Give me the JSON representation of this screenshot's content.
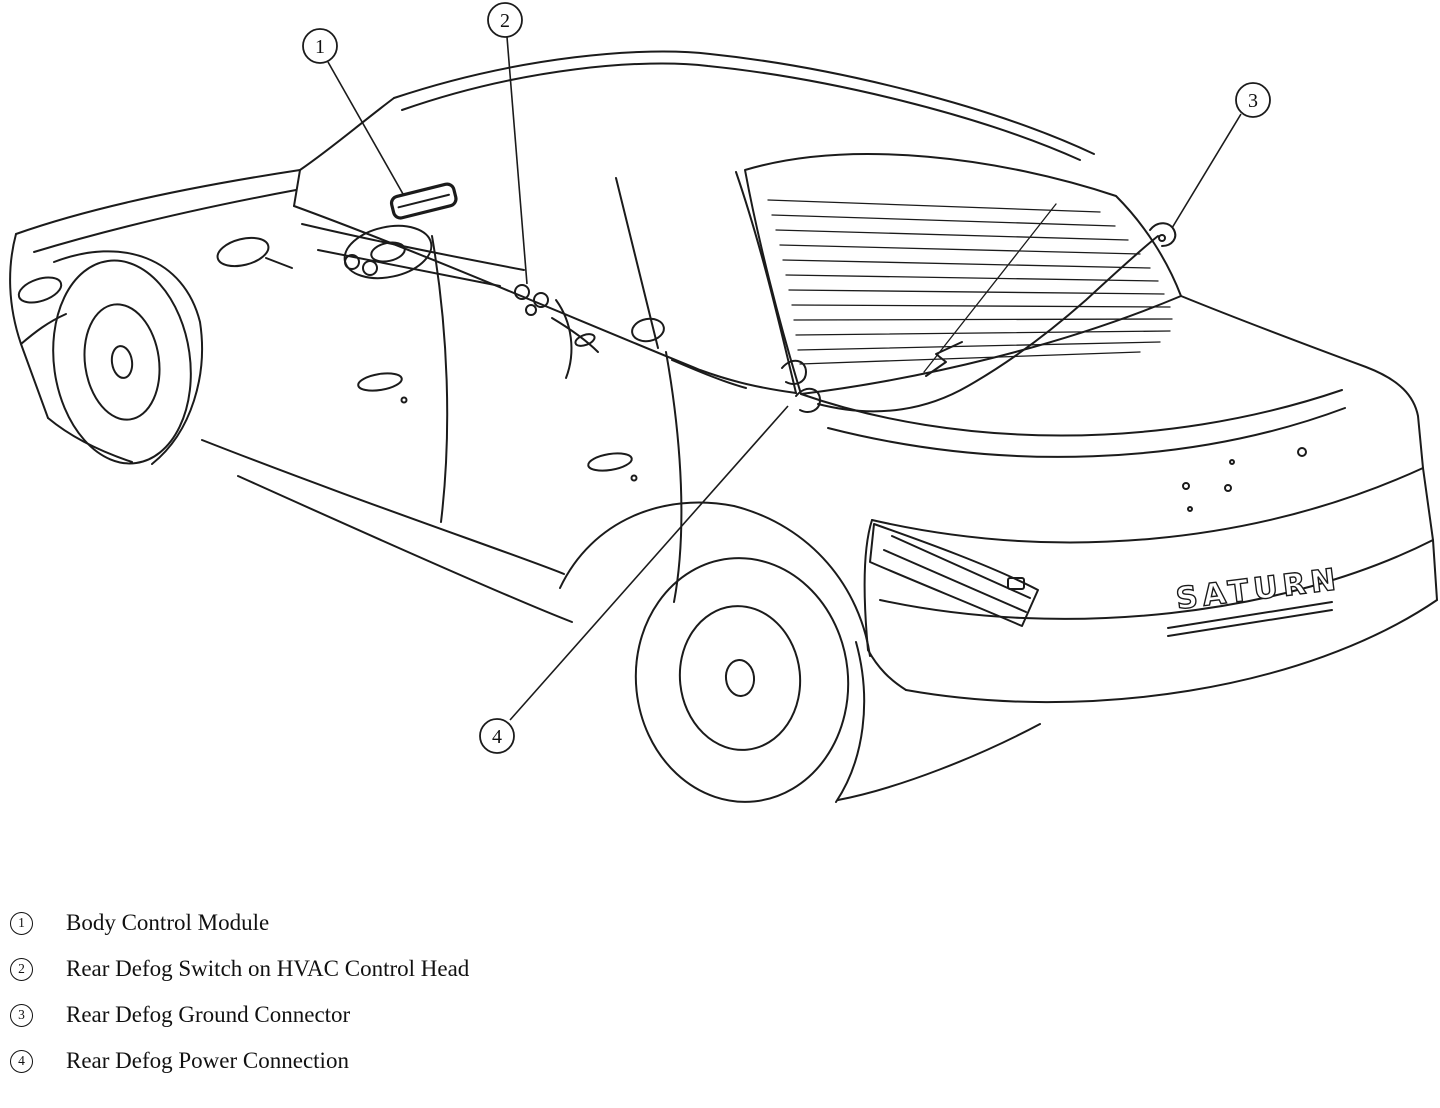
{
  "diagram": {
    "callouts": [
      {
        "number": "1"
      },
      {
        "number": "2"
      },
      {
        "number": "3"
      },
      {
        "number": "4"
      }
    ]
  },
  "vehicle": {
    "badge_text": "SATURN"
  },
  "legend": {
    "items": [
      {
        "number": "1",
        "label": "Body Control Module"
      },
      {
        "number": "2",
        "label": "Rear Defog Switch on HVAC Control Head"
      },
      {
        "number": "3",
        "label": "Rear Defog Ground Connector"
      },
      {
        "number": "4",
        "label": "Rear Defog Power Connection"
      }
    ]
  },
  "colors": {
    "line": "#1b1b1b",
    "background": "#ffffff"
  }
}
